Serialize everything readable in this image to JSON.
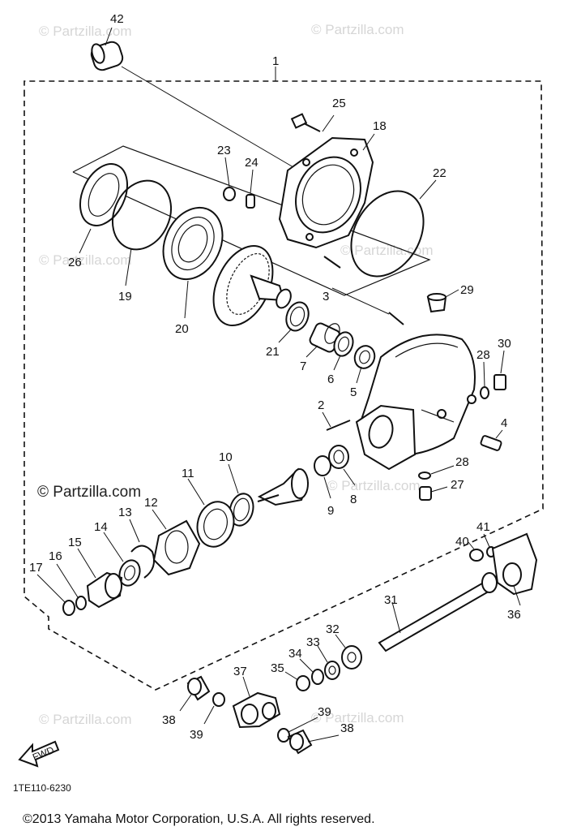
{
  "watermark": "© Partzilla.com",
  "diagram_code": "1TE110-6230",
  "copyright": "©2013  Yamaha Motor Corporation, U.S.A. All rights reserved.",
  "fwd_label": "FWD",
  "callouts": [
    "42",
    "1",
    "25",
    "18",
    "23",
    "24",
    "22",
    "26",
    "19",
    "20",
    "3",
    "29",
    "21",
    "7",
    "6",
    "5",
    "28",
    "30",
    "2",
    "4",
    "10",
    "11",
    "12",
    "13",
    "14",
    "15",
    "16",
    "17",
    "9",
    "8",
    "28",
    "27",
    "40",
    "41",
    "31",
    "36",
    "32",
    "33",
    "34",
    "35",
    "37",
    "38",
    "39",
    "39",
    "38"
  ]
}
